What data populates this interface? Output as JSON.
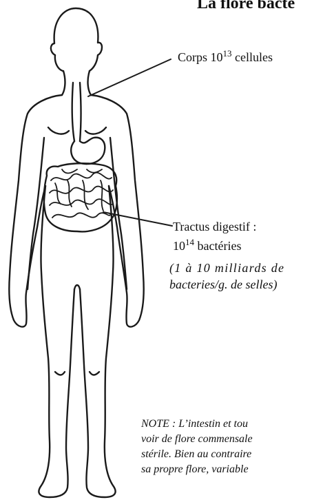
{
  "title": "La flore bacté",
  "body_label": {
    "text": "Corps 10",
    "exponent": "13",
    "suffix": " cellules"
  },
  "digestive_label": {
    "name": "Tractus digestif :",
    "count_base": "10",
    "count_exponent": "14",
    "count_suffix": " bactéries",
    "detail_line_1": "(1 à 10 milliards de",
    "detail_line_2": "bacteries/g. de selles)"
  },
  "note_lines": [
    "NOTE : L’intestin et tou",
    "voir de flore commensale",
    "stérile. Bien au contraire",
    "sa propre flore, variable"
  ],
  "colors": {
    "ink": "#111111",
    "background": "#ffffff"
  }
}
